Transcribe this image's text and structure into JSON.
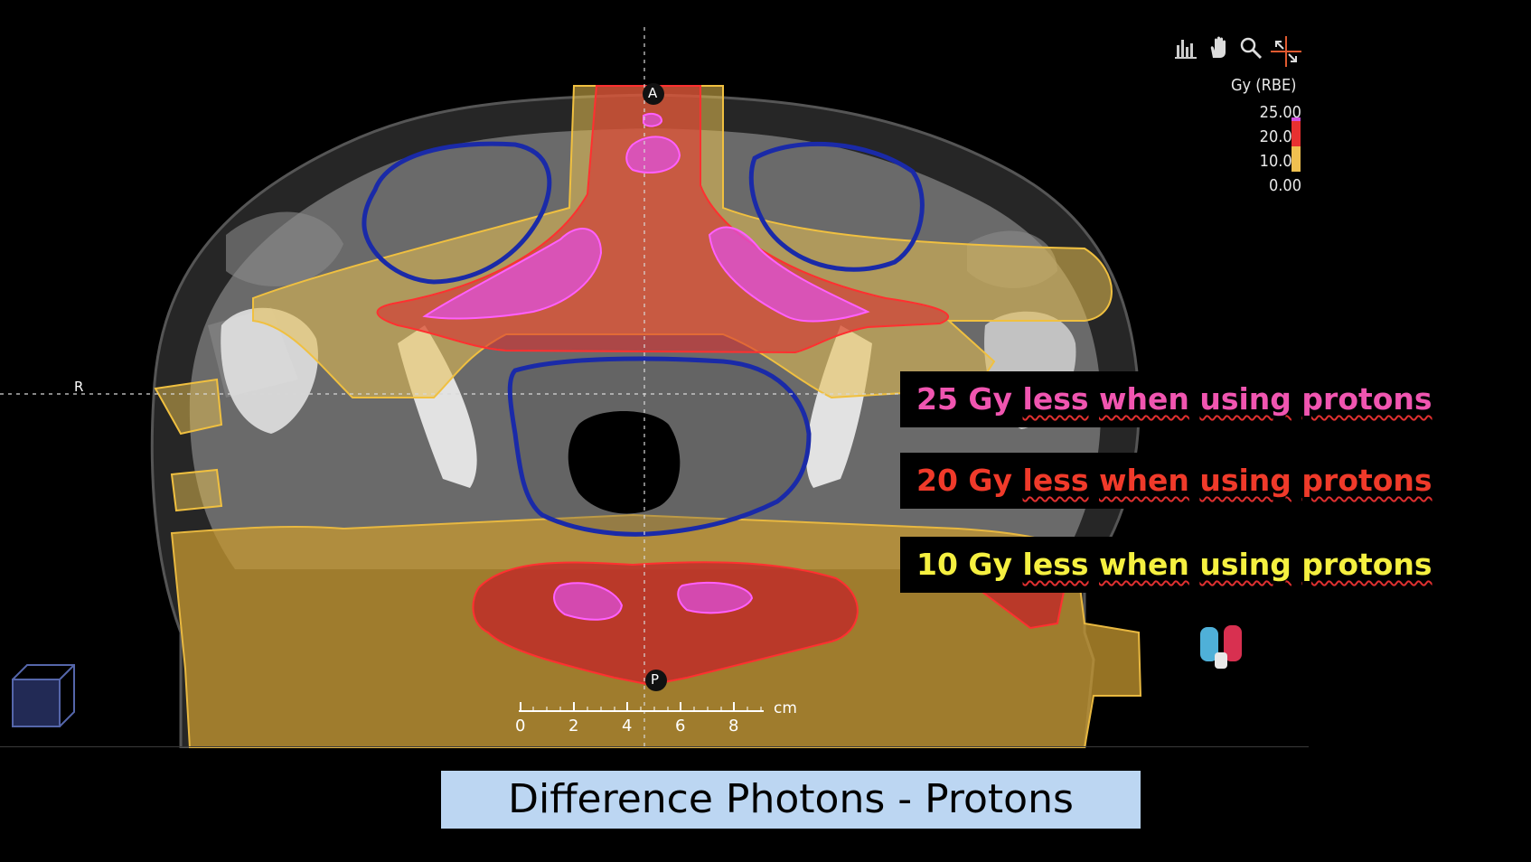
{
  "viewer": {
    "orientation": {
      "anterior": "A",
      "posterior": "P",
      "right": "R"
    },
    "scale": {
      "ticks": [
        "0",
        "2",
        "4",
        "6",
        "8"
      ],
      "unit": "cm"
    },
    "tools": [
      "histogram-icon",
      "pan-hand-icon",
      "zoom-icon",
      "crosshair-icon"
    ]
  },
  "legend": {
    "title": "Gy (RBE)",
    "levels": [
      {
        "value": "25.00",
        "color": "#d050e0"
      },
      {
        "value": "20.00",
        "color": "#e83030"
      },
      {
        "value": "10.00",
        "color": "#f0c050"
      },
      {
        "value": "0.00",
        "color": ""
      }
    ]
  },
  "callouts": [
    {
      "prefix": "25 Gy",
      "words": [
        "less",
        "when",
        "using",
        "protons"
      ],
      "color": "#f055b0"
    },
    {
      "prefix": "20 Gy",
      "words": [
        "less",
        "when",
        "using",
        "protons"
      ],
      "color": "#f03a2a"
    },
    {
      "prefix": "10 Gy",
      "words": [
        "less",
        "when",
        "using",
        "protons"
      ],
      "color": "#f5f040"
    }
  ],
  "caption": "Difference Photons - Protons"
}
